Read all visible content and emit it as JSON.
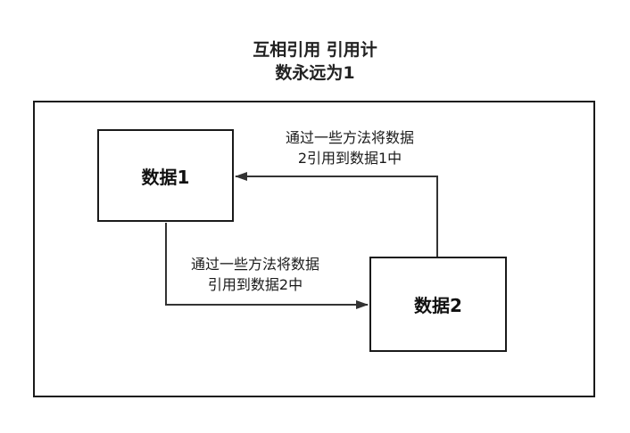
{
  "title": {
    "line1": "互相引用  引用计",
    "line2": "数永远为1"
  },
  "nodes": {
    "data1": "数据1",
    "data2": "数据2"
  },
  "edges": {
    "data2_to_data1": {
      "line1": "通过一些方法将数据",
      "line2": "2引用到数据1中"
    },
    "data1_to_data2": {
      "line1": "通过一些方法将数据",
      "line2": "引用到数据2中"
    }
  },
  "colors": {
    "stroke": "#1a1a1a",
    "arrow": "#333333"
  }
}
